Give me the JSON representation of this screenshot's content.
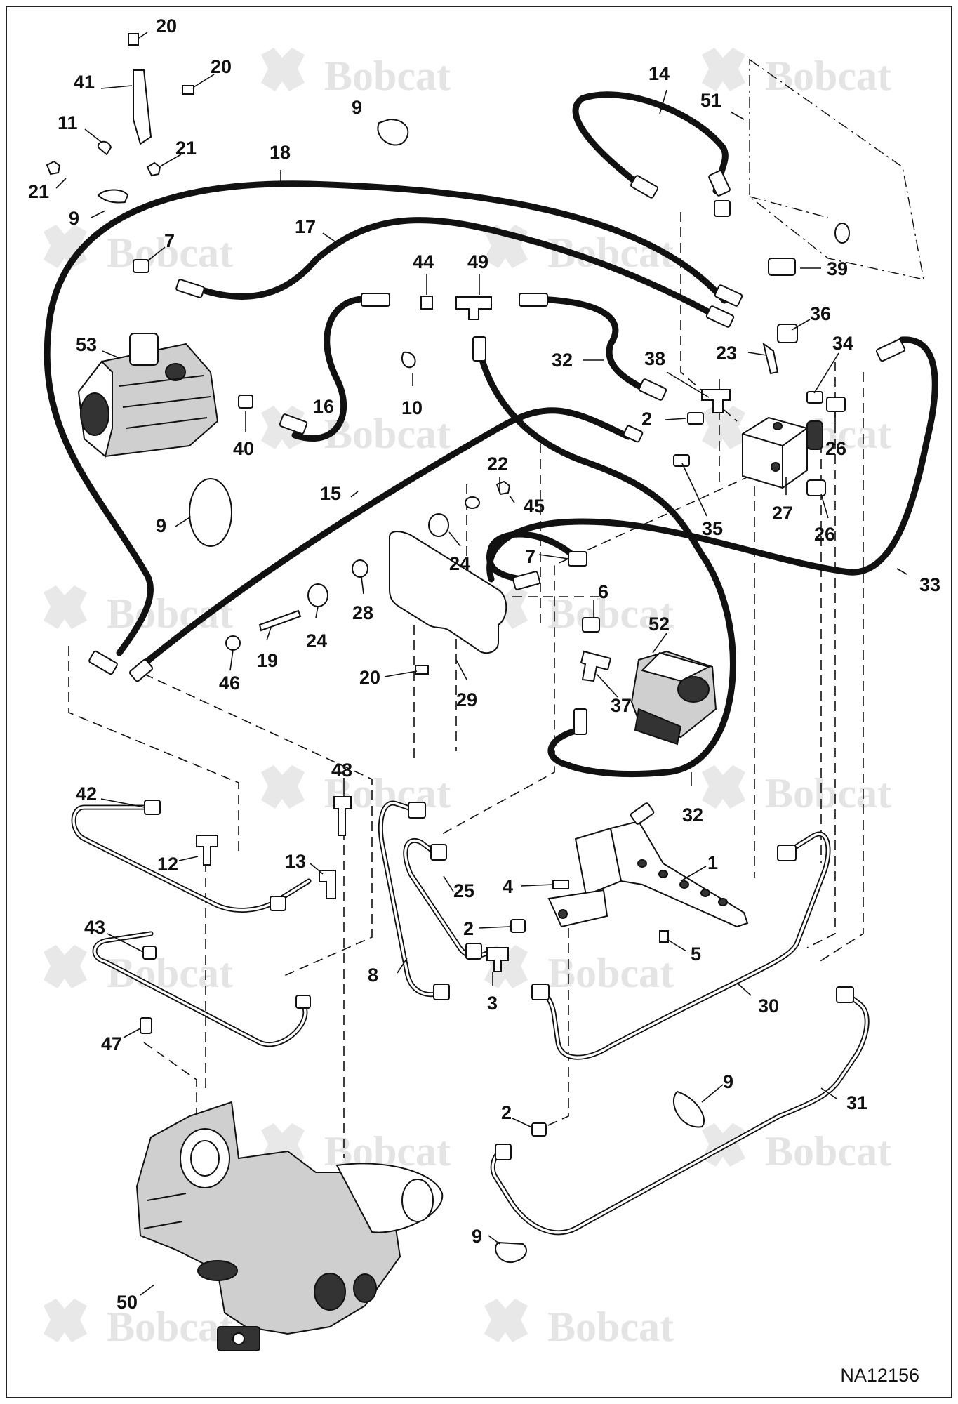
{
  "watermark": {
    "brand": "Bobcat"
  },
  "drawing_number": "NA12156",
  "callouts": [
    {
      "id": "c20a",
      "label": "20"
    },
    {
      "id": "c41",
      "label": "41"
    },
    {
      "id": "c20b",
      "label": "20"
    },
    {
      "id": "c11",
      "label": "11"
    },
    {
      "id": "c21a",
      "label": "21"
    },
    {
      "id": "c21b",
      "label": "21"
    },
    {
      "id": "c9a",
      "label": "9"
    },
    {
      "id": "c9b",
      "label": "9"
    },
    {
      "id": "c18",
      "label": "18"
    },
    {
      "id": "c17",
      "label": "17"
    },
    {
      "id": "c7a",
      "label": "7"
    },
    {
      "id": "c53",
      "label": "53"
    },
    {
      "id": "c14",
      "label": "14"
    },
    {
      "id": "c51",
      "label": "51"
    },
    {
      "id": "c39",
      "label": "39"
    },
    {
      "id": "c44",
      "label": "44"
    },
    {
      "id": "c49",
      "label": "49"
    },
    {
      "id": "c36",
      "label": "36"
    },
    {
      "id": "c34",
      "label": "34"
    },
    {
      "id": "c23",
      "label": "23"
    },
    {
      "id": "c38",
      "label": "38"
    },
    {
      "id": "c32a",
      "label": "32"
    },
    {
      "id": "c16",
      "label": "16"
    },
    {
      "id": "c10",
      "label": "10"
    },
    {
      "id": "c40",
      "label": "40"
    },
    {
      "id": "c2a",
      "label": "2"
    },
    {
      "id": "c26a",
      "label": "26"
    },
    {
      "id": "c22",
      "label": "22"
    },
    {
      "id": "c45",
      "label": "45"
    },
    {
      "id": "c15",
      "label": "15"
    },
    {
      "id": "c9c",
      "label": "9"
    },
    {
      "id": "c24a",
      "label": "24"
    },
    {
      "id": "c35",
      "label": "35"
    },
    {
      "id": "c27",
      "label": "27"
    },
    {
      "id": "c26b",
      "label": "26"
    },
    {
      "id": "c7b",
      "label": "7"
    },
    {
      "id": "c33",
      "label": "33"
    },
    {
      "id": "c28",
      "label": "28"
    },
    {
      "id": "c6",
      "label": "6"
    },
    {
      "id": "c24b",
      "label": "24"
    },
    {
      "id": "c19",
      "label": "19"
    },
    {
      "id": "c46",
      "label": "46"
    },
    {
      "id": "c52",
      "label": "52"
    },
    {
      "id": "c20c",
      "label": "20"
    },
    {
      "id": "c29",
      "label": "29"
    },
    {
      "id": "c37",
      "label": "37"
    },
    {
      "id": "c48",
      "label": "48"
    },
    {
      "id": "c32b",
      "label": "32"
    },
    {
      "id": "c42",
      "label": "42"
    },
    {
      "id": "c12",
      "label": "12"
    },
    {
      "id": "c13",
      "label": "13"
    },
    {
      "id": "c1",
      "label": "1"
    },
    {
      "id": "c4",
      "label": "4"
    },
    {
      "id": "c25",
      "label": "25"
    },
    {
      "id": "c43",
      "label": "43"
    },
    {
      "id": "c2b",
      "label": "2"
    },
    {
      "id": "c5",
      "label": "5"
    },
    {
      "id": "c8",
      "label": "8"
    },
    {
      "id": "c3",
      "label": "3"
    },
    {
      "id": "c30",
      "label": "30"
    },
    {
      "id": "c47",
      "label": "47"
    },
    {
      "id": "c9d",
      "label": "9"
    },
    {
      "id": "c31",
      "label": "31"
    },
    {
      "id": "c2c",
      "label": "2"
    },
    {
      "id": "c9e",
      "label": "9"
    },
    {
      "id": "c50",
      "label": "50"
    }
  ]
}
